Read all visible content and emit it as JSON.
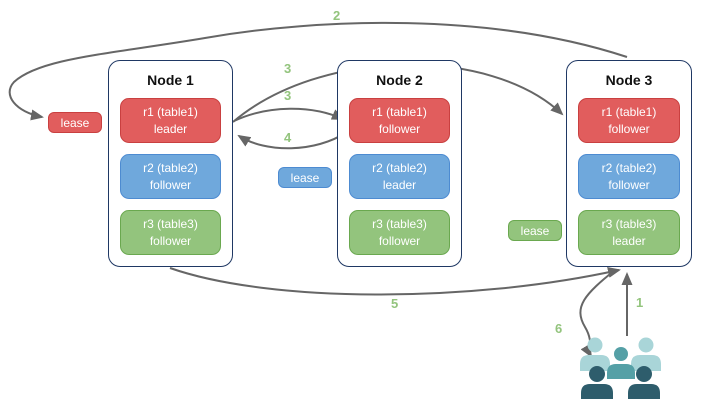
{
  "diagram": {
    "nodes": [
      {
        "title": "Node 1",
        "replicas": [
          {
            "name": "r1 (table1)",
            "role": "leader",
            "color": "red"
          },
          {
            "name": "r2 (table2)",
            "role": "follower",
            "color": "blue"
          },
          {
            "name": "r3 (table3)",
            "role": "follower",
            "color": "green"
          }
        ]
      },
      {
        "title": "Node 2",
        "replicas": [
          {
            "name": "r1 (table1)",
            "role": "follower",
            "color": "red"
          },
          {
            "name": "r2 (table2)",
            "role": "leader",
            "color": "blue"
          },
          {
            "name": "r3 (table3)",
            "role": "follower",
            "color": "green"
          }
        ]
      },
      {
        "title": "Node 3",
        "replicas": [
          {
            "name": "r1 (table1)",
            "role": "follower",
            "color": "red"
          },
          {
            "name": "r2 (table2)",
            "role": "follower",
            "color": "blue"
          },
          {
            "name": "r3 (table3)",
            "role": "leader",
            "color": "green"
          }
        ]
      }
    ],
    "leases": [
      {
        "label": "lease",
        "color": "red"
      },
      {
        "label": "lease",
        "color": "blue"
      },
      {
        "label": "lease",
        "color": "green"
      }
    ],
    "steps": {
      "1": "1",
      "2": "2",
      "3a": "3",
      "3b": "3",
      "4": "4",
      "5": "5",
      "6": "6"
    },
    "icons": {
      "clients": "users-group-icon"
    },
    "colors": {
      "canvas_bg": "#ffffff",
      "node_border": "#1f3864",
      "red_fill": "#e15d5d",
      "red_stroke": "#c94040",
      "blue_fill": "#6fa8dc",
      "blue_stroke": "#4d8bd1",
      "green_fill": "#93c47d",
      "green_stroke": "#6aa84f",
      "arrow": "#666666",
      "step_label": "#93c47d",
      "user_light": "#a9d5d8",
      "user_medium": "#55a0a6",
      "user_dark": "#2e5d6c"
    }
  }
}
